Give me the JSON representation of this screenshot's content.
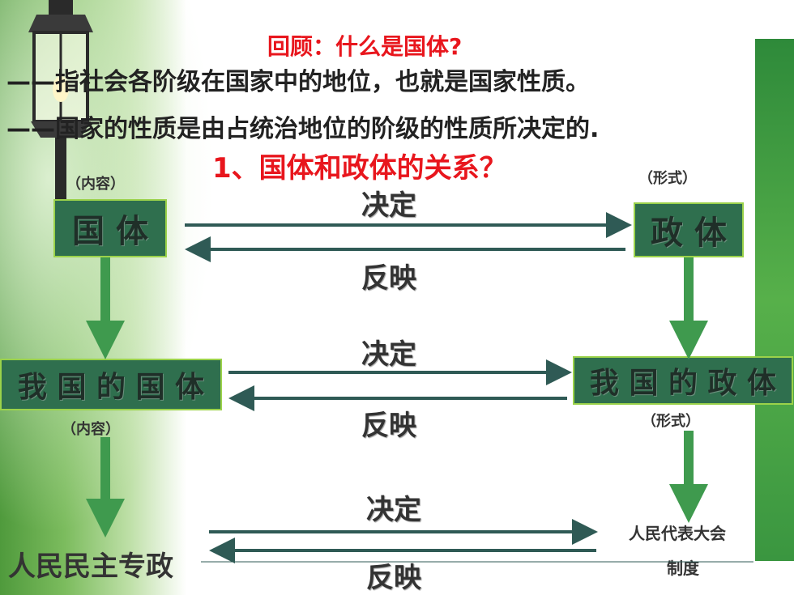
{
  "title": "回顾：什么是国体?",
  "lines": [
    "——指社会各阶级在国家中的地位，也就是国家性质。",
    "——国家的性质是由占统治地位的阶级的性质所决定的."
  ],
  "heading": "1、国体和政体的关系？",
  "labels": {
    "content": "（内容）",
    "form": "（形式）",
    "decide": "决定",
    "reflect": "反映"
  },
  "boxes": {
    "guoti": "国 体",
    "zhengti": "政 体",
    "wo_guoti": "我 国 的 国 体",
    "wo_zhengti": "我 国 的 政 体"
  },
  "bottom": {
    "left": "人民民主专政",
    "right_line1": "人民代表大会",
    "right_line2": "制度"
  },
  "colors": {
    "title": "#e8161d",
    "box_fill": "#2f6f4e",
    "box_border": "#9bd24a",
    "arrow_horizontal": "#2f5a55",
    "arrow_vertical": "#3f9a4e"
  }
}
